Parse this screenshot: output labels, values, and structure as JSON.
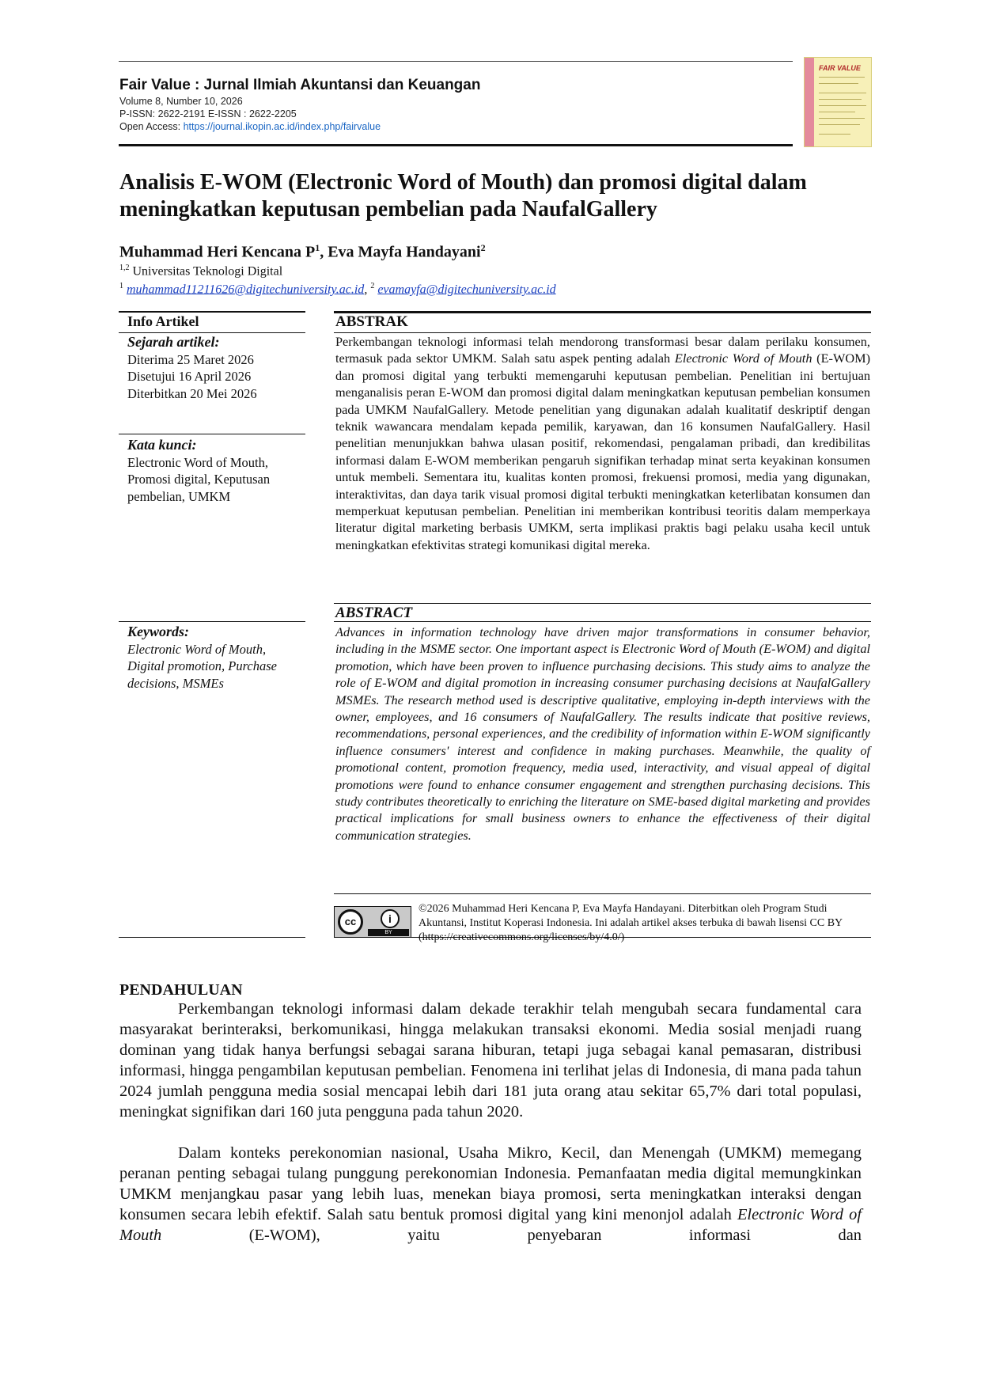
{
  "journal": {
    "name": "Fair Value : Jurnal Ilmiah Akuntansi dan Keuangan",
    "volume": "Volume 8, Number 10, 2026",
    "issn": "P-ISSN: 2622-2191 E-ISSN : 2622-2205",
    "access_label": "Open Access:",
    "access_url": "https://journal.ikopin.ac.id/index.php/fairvalue",
    "cover_title": "FAIR VALUE"
  },
  "article": {
    "title": "Analisis E-WOM (Electronic Word of Mouth) dan promosi digital dalam meningkatkan keputusan pembelian pada NaufalGallery",
    "author1": "Muhammad Heri Kencana P",
    "author1_sup": "1",
    "author_sep": ", ",
    "author2": "Eva Mayfa Handayani",
    "author2_sup": "2",
    "affil_sup": "1,2",
    "affiliation": "Universitas Teknologi Digital",
    "email1_sup": "1",
    "email1": "muhammad11211626@digitechuniversity.ac.id",
    "email_sep": ", ",
    "email2_sup": "2",
    "email2": "evamayfa@digitechuniversity.ac.id"
  },
  "info": {
    "heading": "Info Artikel",
    "history_label": "Sejarah artikel:",
    "received": "Diterima 25 Maret 2026",
    "approved": "Disetujui 16 April 2026",
    "published": "Diterbitkan 20 Mei 2026",
    "kata_label": "Kata kunci:",
    "kata_text": "Electronic Word of Mouth, Promosi digital, Keputusan pembelian, UMKM",
    "keywords_label": "Keywords:",
    "keywords_text": "Electronic Word of Mouth, Digital promotion, Purchase decisions, MSMEs"
  },
  "abstrak": {
    "heading": "ABSTRAK",
    "p1": "Perkembangan teknologi informasi telah mendorong transformasi besar dalam perilaku konsumen, termasuk pada sektor UMKM. Salah satu aspek penting adalah ",
    "p1_italic": "Electronic Word of Mouth",
    "p1_rest": " (E-WOM) dan promosi digital yang terbukti memengaruhi keputusan pembelian. Penelitian ini bertujuan menganalisis peran E-WOM dan promosi digital dalam meningkatkan keputusan pembelian konsumen pada UMKM NaufalGallery. Metode penelitian yang digunakan adalah kualitatif deskriptif dengan teknik wawancara mendalam kepada pemilik, karyawan, dan 16 konsumen NaufalGallery. Hasil penelitian menunjukkan bahwa ulasan positif, rekomendasi, pengalaman pribadi, dan kredibilitas informasi dalam E-WOM memberikan pengaruh signifikan terhadap minat serta keyakinan konsumen untuk membeli. Sementara itu, kualitas konten promosi, frekuensi promosi, media yang digunakan, interaktivitas, dan daya tarik visual promosi digital terbukti meningkatkan keterlibatan konsumen dan memperkuat keputusan pembelian. Penelitian ini memberikan kontribusi teoritis dalam memperkaya literatur digital marketing berbasis UMKM, serta implikasi praktis bagi pelaku usaha kecil untuk meningkatkan efektivitas strategi komunikasi digital mereka."
  },
  "abstract": {
    "heading": "ABSTRACT",
    "text": "Advances in information technology have driven major transformations in consumer behavior, including in the MSME sector. One important aspect is Electronic Word of Mouth (E-WOM) and digital promotion, which have been proven to influence purchasing decisions. This study aims to analyze the role of E-WOM and digital promotion in increasing consumer purchasing decisions at NaufalGallery MSMEs. The research method used is descriptive qualitative, employing in-depth interviews with the owner, employees, and 16 consumers of NaufalGallery. The results indicate that positive reviews, recommendations, personal experiences, and the credibility of information within E-WOM significantly influence consumers' interest and confidence in making purchases. Meanwhile, the quality of promotional content, promotion frequency, media used, interactivity, and visual appeal of digital promotions were found to enhance consumer engagement and strengthen purchasing decisions. This study contributes theoretically to enriching the literature on SME-based digital marketing and provides practical implications for small business owners to enhance the effectiveness of their digital communication strategies."
  },
  "license": {
    "text": "©2026 Muhammad Heri Kencana P, Eva Mayfa Handayani. Diterbitkan oleh Program Studi Akuntansi, Institut Koperasi Indonesia. Ini adalah artikel akses terbuka di bawah lisensi CC BY (https://creativecommons.org/licenses/by/4.0/)",
    "badge_cc": "cc",
    "badge_i": "i",
    "badge_by": "BY"
  },
  "body": {
    "section": "PENDAHULUAN",
    "p1": "Perkembangan teknologi informasi dalam dekade terakhir telah mengubah secara fundamental cara masyarakat berinteraksi, berkomunikasi, hingga melakukan transaksi ekonomi. Media sosial menjadi ruang dominan yang tidak hanya berfungsi sebagai sarana hiburan, tetapi juga sebagai kanal pemasaran, distribusi informasi, hingga pengambilan keputusan pembelian. Fenomena ini terlihat jelas di Indonesia, di mana pada tahun 2024 jumlah pengguna media sosial mencapai lebih dari 181 juta orang atau sekitar 65,7% dari total populasi, meningkat signifikan dari 160 juta pengguna pada tahun 2020.",
    "p2": "Dalam konteks perekonomian nasional, Usaha Mikro, Kecil, dan Menengah (UMKM) memegang peranan penting sebagai tulang punggung perekonomian Indonesia. Pemanfaatan media digital memungkinkan UMKM menjangkau pasar yang lebih luas, menekan biaya promosi, serta meningkatkan interaksi dengan konsumen secara lebih efektif. Salah satu bentuk promosi digital yang kini menonjol adalah ",
    "p2_italic": "Electronic Word of Mouth",
    "p2_rest": " (E-WOM), yaitu penyebaran informasi dan"
  }
}
